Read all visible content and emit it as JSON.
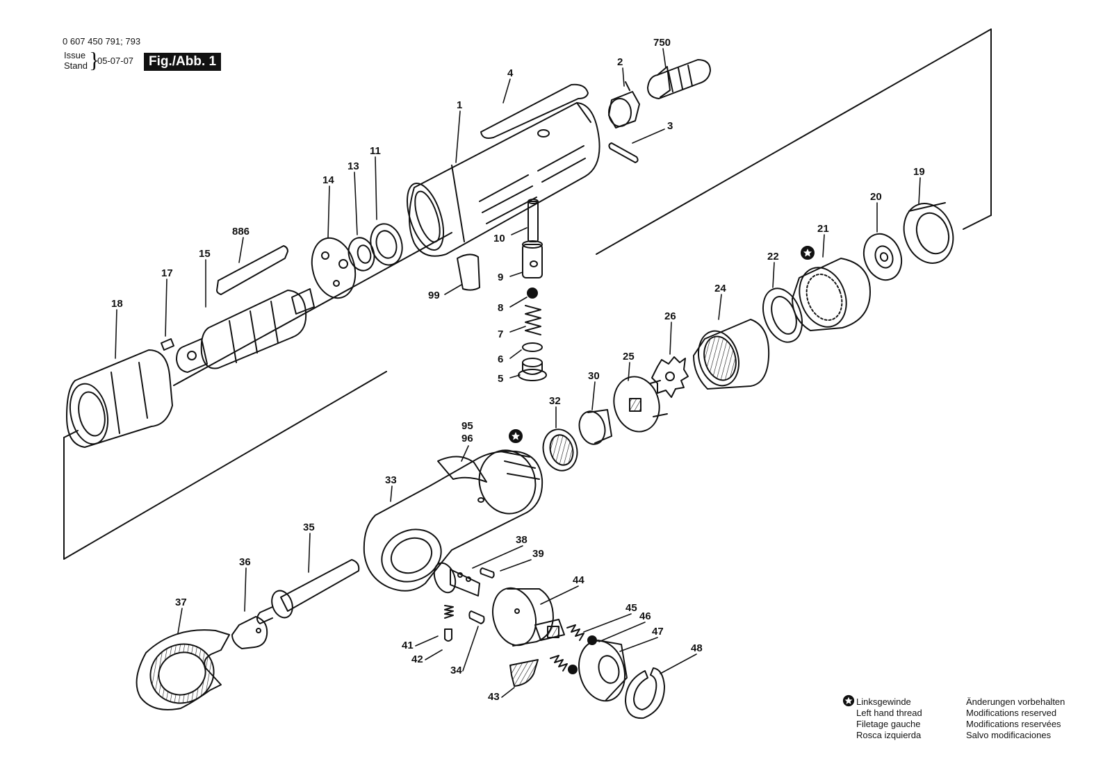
{
  "header": {
    "part_numbers": "0 607 450 791; 793",
    "issue_label": "Issue",
    "stand_label": "Stand",
    "date": "05-07-07",
    "figure_label": "Fig./Abb. 1"
  },
  "callouts": [
    "1",
    "2",
    "3",
    "4",
    "5",
    "6",
    "7",
    "8",
    "9",
    "10",
    "11",
    "13",
    "14",
    "15",
    "17",
    "18",
    "19",
    "20",
    "21",
    "22",
    "24",
    "25",
    "26",
    "30",
    "32",
    "33",
    "34",
    "35",
    "36",
    "37",
    "38",
    "39",
    "41",
    "42",
    "43",
    "44",
    "45",
    "46",
    "47",
    "48",
    "95",
    "96",
    "99",
    "750",
    "886"
  ],
  "legend": {
    "left_hand_thread": [
      "Linksgewinde",
      "Left hand thread",
      "Filetage gauche",
      "Rosca izquierda"
    ],
    "modifications": [
      "Änderungen vorbehalten",
      "Modifications reserved",
      "Modifications reservées",
      "Salvo modificaciones"
    ]
  },
  "colors": {
    "ink": "#111111",
    "paper": "#ffffff",
    "shade": "#d9d9d9"
  }
}
